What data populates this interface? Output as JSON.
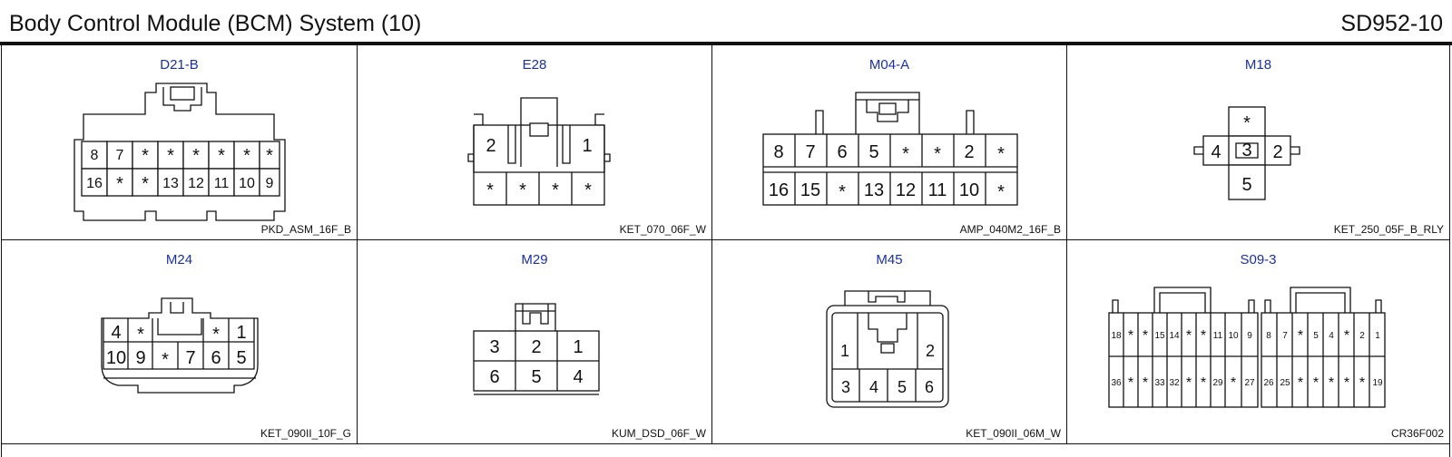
{
  "header": {
    "title": "Body Control Module (BCM) System (10)",
    "code": "SD952-10"
  },
  "connectors": [
    {
      "id": "D21-B",
      "part": "PKD_ASM_16F_B",
      "rows": [
        [
          "8",
          "7",
          "*",
          "*",
          "*",
          "*",
          "*",
          "*"
        ],
        [
          "16",
          "*",
          "*",
          "13",
          "12",
          "11",
          "10",
          "9"
        ]
      ]
    },
    {
      "id": "E28",
      "part": "KET_070_06F_W",
      "top_pins": [
        "2",
        "1"
      ],
      "rows": [
        [
          "*",
          "*",
          "*",
          "*"
        ]
      ]
    },
    {
      "id": "M04-A",
      "part": "AMP_040M2_16F_B",
      "rows": [
        [
          "8",
          "7",
          "6",
          "5",
          "*",
          "*",
          "2",
          "*"
        ],
        [
          "16",
          "15",
          "*",
          "13",
          "12",
          "11",
          "10",
          "*"
        ]
      ]
    },
    {
      "id": "M18",
      "part": "KET_250_05F_B_RLY",
      "pins": {
        "top": "*",
        "left": "4",
        "center": "3",
        "right": "2",
        "bottom": "5"
      }
    },
    {
      "id": "M24",
      "part": "KET_090II_10F_G",
      "rows": [
        [
          "4",
          "*",
          "",
          "",
          "",
          "*",
          "1"
        ],
        [
          "10",
          "9",
          "*",
          "7",
          "6",
          "5"
        ]
      ]
    },
    {
      "id": "M29",
      "part": "KUM_DSD_06F_W",
      "rows": [
        [
          "3",
          "2",
          "1"
        ],
        [
          "6",
          "5",
          "4"
        ]
      ]
    },
    {
      "id": "M45",
      "part": "KET_090II_06M_W",
      "top_pins": [
        "1",
        "2"
      ],
      "rows": [
        [
          "3",
          "4",
          "5",
          "6"
        ]
      ]
    },
    {
      "id": "S09-3",
      "part": "CR36F002",
      "left_block": [
        [
          "18",
          "*",
          "*",
          "15",
          "14",
          "*",
          "*",
          "11",
          "10",
          "9"
        ],
        [
          "36",
          "*",
          "*",
          "33",
          "32",
          "*",
          "*",
          "29",
          "*",
          "27"
        ]
      ],
      "right_block": [
        [
          "8",
          "7",
          "*",
          "5",
          "4",
          "*",
          "2",
          "1"
        ],
        [
          "26",
          "25",
          "*",
          "*",
          "*",
          "*",
          "*",
          "19"
        ]
      ]
    }
  ]
}
